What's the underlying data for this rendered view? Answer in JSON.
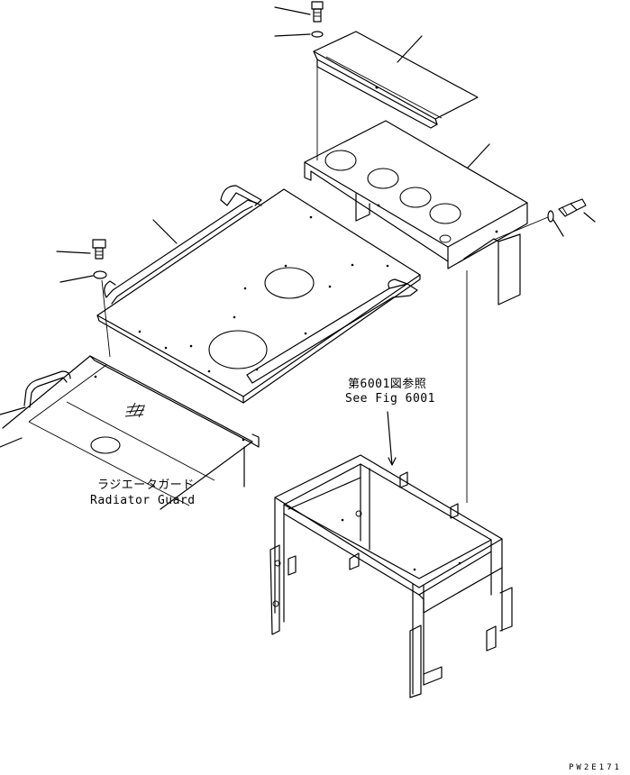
{
  "callouts": {
    "reference": {
      "jp": "第6001図参照",
      "en": "See Fig 6001"
    },
    "radiator_guard": {
      "jp": "ラジエータガード",
      "en": "Radiator Guard"
    }
  },
  "drawing_code": "PW2E171",
  "colors": {
    "ink": "#000000",
    "paper": "#ffffff"
  },
  "parts": [
    "upper-small-cover",
    "upper-cover-with-holes",
    "main-cover-plate",
    "radiator-guard",
    "support-frame",
    "bolts",
    "washers",
    "handles"
  ]
}
